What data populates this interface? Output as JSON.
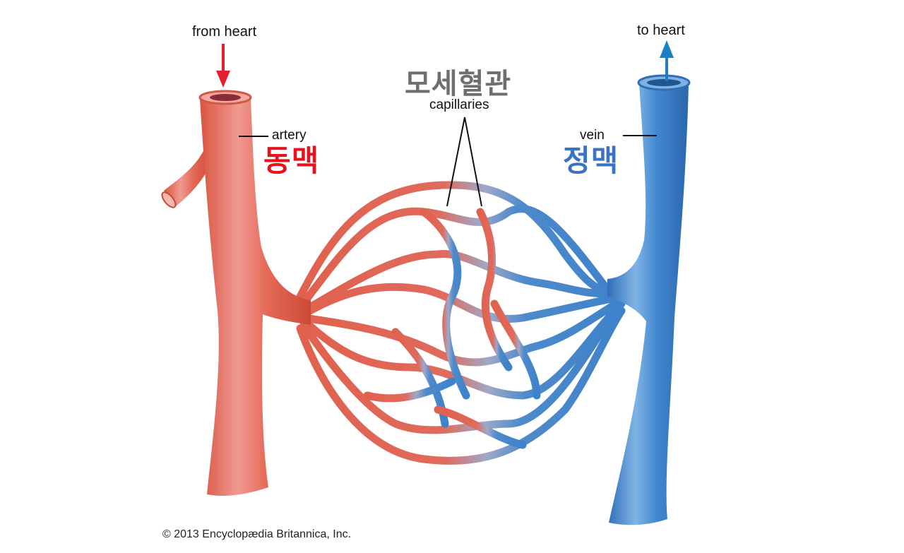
{
  "diagram": {
    "subject": "blood vessels: artery, capillaries, vein",
    "labels": {
      "from_heart": "from heart",
      "to_heart": "to heart",
      "capillaries_ko": "모세혈관",
      "capillaries_en": "capillaries",
      "artery_en": "artery",
      "artery_ko": "동맥",
      "vein_en": "vein",
      "vein_ko": "정맥"
    },
    "copyright": "© 2013 Encyclopædia Britannica, Inc.",
    "colors": {
      "artery": "#e0614e",
      "artery_highlight": "#f4a4a0",
      "vein": "#3f82c9",
      "vein_highlight": "#8dbde8",
      "artery_label": "#e8121c",
      "vein_label": "#3a72c4",
      "capillaries_label": "#6e6e6e",
      "arrow_in": "#e3202c",
      "arrow_out": "#1a7fc4"
    },
    "arrows": [
      {
        "name": "inflow-arrow",
        "direction": "down",
        "meaning": "blood from heart"
      },
      {
        "name": "outflow-arrow",
        "direction": "up",
        "meaning": "blood to heart"
      }
    ]
  }
}
